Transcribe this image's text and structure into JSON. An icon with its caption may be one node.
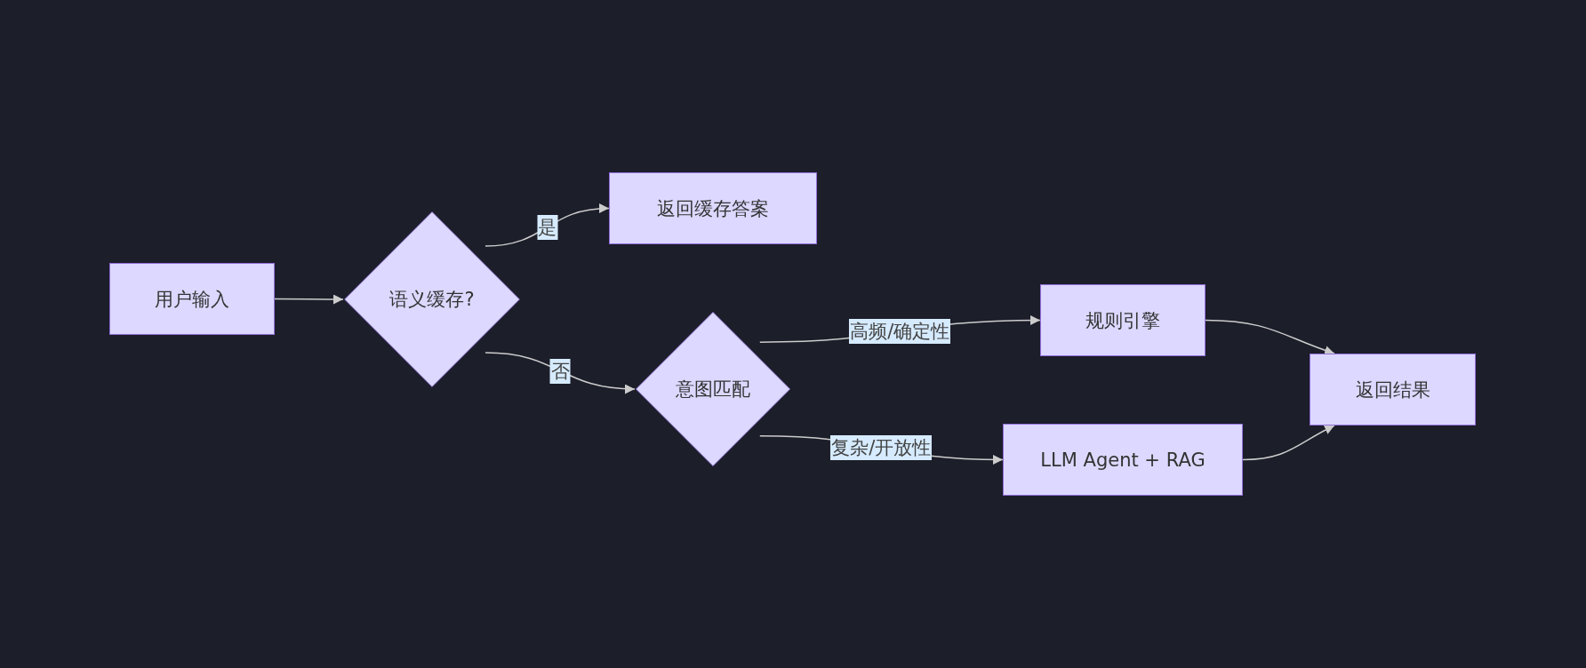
{
  "diagram": {
    "nodes": [
      {
        "text": [
          "用户输入"
        ]
      },
      {
        "text": [
          "语义缓存?"
        ]
      },
      {
        "text": [
          "返回缓存答案"
        ]
      },
      {
        "text": [
          "意图匹配"
        ]
      },
      {
        "text": [
          "规则引擎"
        ]
      },
      {
        "text": [
          "LLM Agent + RAG"
        ]
      },
      {
        "text": [
          "返回结果"
        ]
      }
    ],
    "edges": [
      {
        "from": 0,
        "to": 1,
        "arrow": "to"
      },
      {
        "from": 1,
        "to": 2,
        "arrow": "to",
        "label": "是"
      },
      {
        "from": 1,
        "to": 3,
        "arrow": "to",
        "label": "否"
      },
      {
        "from": 3,
        "to": 4,
        "arrow": "to",
        "label": "高频/确定性"
      },
      {
        "from": 3,
        "to": 5,
        "arrow": "to",
        "label": "复杂/开放性"
      },
      {
        "from": 4,
        "to": 6,
        "arrow": "to"
      },
      {
        "from": 5,
        "to": 6,
        "arrow": "to"
      }
    ]
  }
}
